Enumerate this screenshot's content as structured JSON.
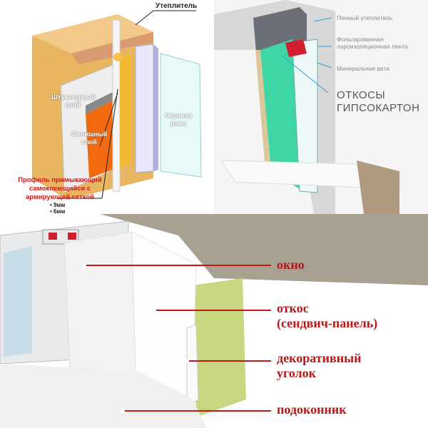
{
  "panel_a": {
    "insulation": "Утеплитель",
    "plaster_layer": "Штукатурный слой",
    "finish_layer": "Финишный слой",
    "window_frame": "Оконная рама",
    "profile_label": "Профиль примыкающий самоклеющийся с армирующей сеткой",
    "sizes": [
      "9мм",
      "6мм"
    ]
  },
  "panel_b": {
    "foam_insulation": "Пенный утеплитель",
    "vapor_tape": "Фольгированная пароизоляционная лента",
    "mineral_wool": "Минеральная вата",
    "title_line1": "ОТКОСЫ",
    "title_line2": "ГИПСОКАРТОН"
  },
  "panel_c": {
    "window": "окно",
    "slope_line1": "откос",
    "slope_line2": "(сендвич-панель)",
    "corner_line1": "декоративный",
    "corner_line2": "уголок",
    "sill": "подоконник"
  },
  "colors": {
    "label_red": "#b51818",
    "drywall_green": "#3fd6a6",
    "finish_orange": "#f26a10"
  }
}
